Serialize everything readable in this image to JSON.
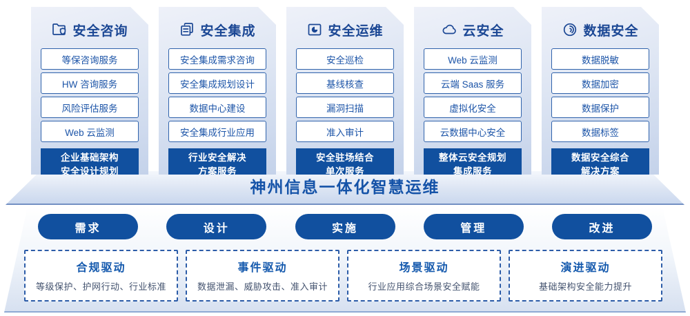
{
  "colors": {
    "primary": "#11509f",
    "title-navy": "#1b4794",
    "box-border": "#2f62ab",
    "item-blue": "#1d55a8",
    "banner-blue": "#1553a8",
    "dash-blue": "#2c5ca8",
    "driver-title": "#1459ad",
    "driver-desc": "#44536f"
  },
  "columns": [
    {
      "title": "安全咨询",
      "icon": "folder-shield-icon",
      "items": [
        "等保咨询服务",
        "HW 咨询服务",
        "风险评估服务",
        "Web 云监测"
      ],
      "highlight": "企业基础架构\n安全设计规划"
    },
    {
      "title": "安全集成",
      "icon": "documents-copy-icon",
      "items": [
        "安全集成需求咨询",
        "安全集成规划设计",
        "数据中心建设",
        "安全集成行业应用"
      ],
      "highlight": "行业安全解决\n方案服务"
    },
    {
      "title": "安全运维",
      "icon": "folder-pie-icon",
      "items": [
        "安全巡检",
        "基线核查",
        "漏洞扫描",
        "准入审计"
      ],
      "highlight": "安全驻场结合\n单次服务"
    },
    {
      "title": "云安全",
      "icon": "cloud-icon",
      "items": [
        "Web 云监测",
        "云端 Saas 服务",
        "虚拟化安全",
        "云数据中心安全"
      ],
      "highlight": "整体云安全规划\n集成服务"
    },
    {
      "title": "数据安全",
      "icon": "fingerprint-icon",
      "items": [
        "数据脱敏",
        "数据加密",
        "数据保护",
        "数据标签"
      ],
      "highlight": "数据安全综合\n解决方案"
    }
  ],
  "banner": {
    "title": "神州信息一体化智慧运维"
  },
  "process_steps": [
    "需求",
    "设计",
    "实施",
    "管理",
    "改进"
  ],
  "drivers": [
    {
      "title": "合规驱动",
      "desc": "等级保护、护网行动、行业标准"
    },
    {
      "title": "事件驱动",
      "desc": "数据泄漏、威胁攻击、准入审计"
    },
    {
      "title": "场景驱动",
      "desc": "行业应用综合场景安全赋能"
    },
    {
      "title": "演进驱动",
      "desc": "基础架构安全能力提升"
    }
  ]
}
